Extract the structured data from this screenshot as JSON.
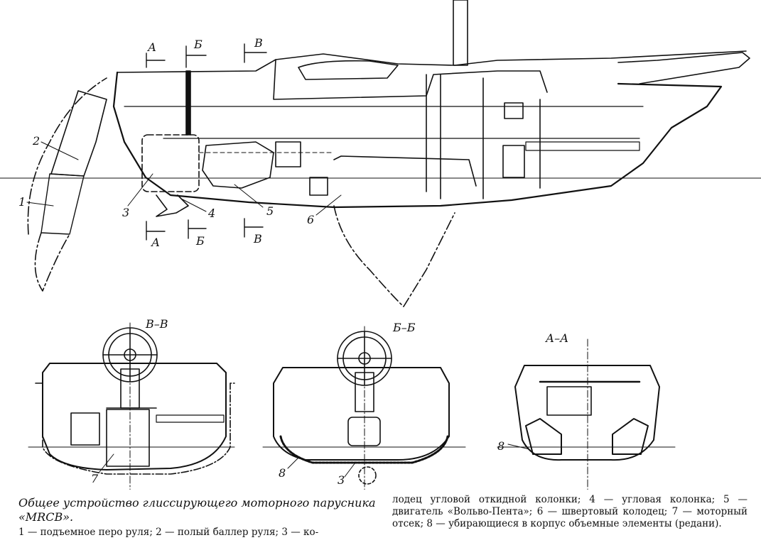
{
  "figure": {
    "side_view": {
      "section_marks_top": [
        "А",
        "Б",
        "В"
      ],
      "section_marks_bottom": [
        "А",
        "Б",
        "В"
      ],
      "callouts": [
        "1",
        "2",
        "3",
        "4",
        "5",
        "6"
      ]
    },
    "sections": [
      {
        "title": "В–В",
        "callouts": [
          "7"
        ]
      },
      {
        "title": "Б–Б",
        "callouts": [
          "8",
          "3"
        ]
      },
      {
        "title": "А–А",
        "callouts": [
          "8"
        ]
      }
    ]
  },
  "caption": {
    "title": "Общее устройство глиссирующего моторного парусника «MRCB».",
    "legend_left": "1 — подъемное перо руля; 2 — полый баллер руля; 3 — ко-",
    "legend_right": "лодец угловой откидной колонки; 4 — угловая колонка; 5 — двигатель «Вольво-Пента»; 6 — швертовый колодец; 7 — моторный отсек; 8 — убирающиеся в корпус объемные элементы (редани)."
  }
}
